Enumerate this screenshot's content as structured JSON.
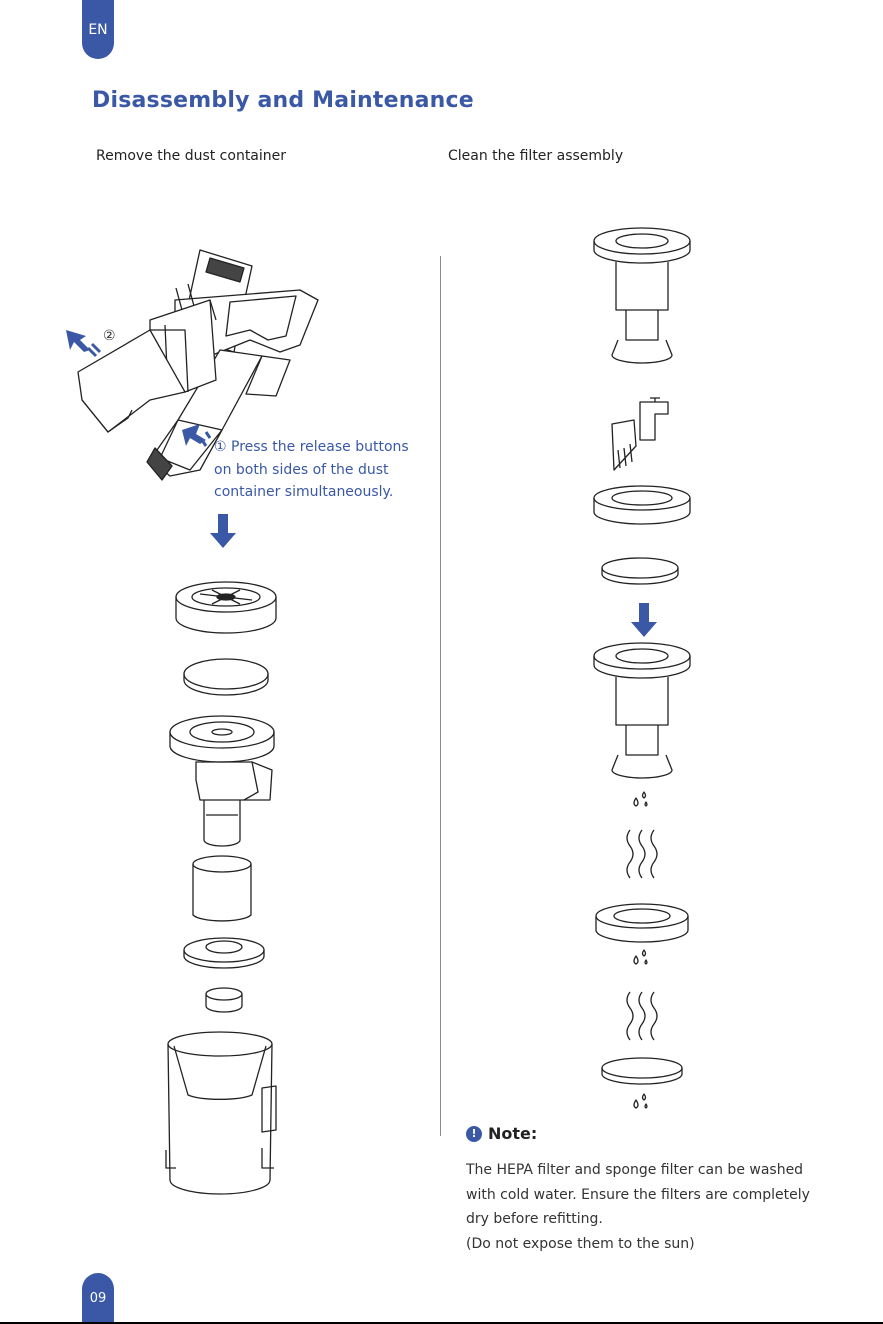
{
  "header": {
    "lang_tab": "EN",
    "title": "Disassembly and Maintenance"
  },
  "left_column": {
    "subtitle": "Remove the dust container",
    "step_two_marker": "②",
    "step_one_lines": [
      "① Press the release buttons",
      "on both sides of the dust",
      "container simultaneously."
    ]
  },
  "right_column": {
    "subtitle": "Clean the filter assembly"
  },
  "note": {
    "icon": "!",
    "title": "Note:",
    "lines": [
      "The HEPA filter and sponge filter can be washed",
      "with cold water. Ensure the filters are completely",
      "dry before refitting.",
      "(Do not expose them to the sun)"
    ]
  },
  "footer": {
    "page_number": "09"
  },
  "colors": {
    "accent": "#3a58a6",
    "line": "#222222"
  }
}
